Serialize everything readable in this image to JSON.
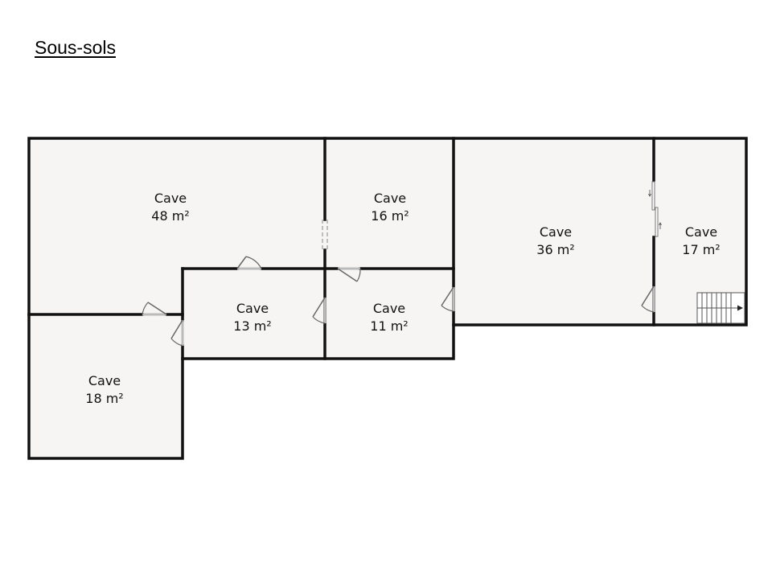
{
  "title": "Sous-sols",
  "colors": {
    "floor": "#f6f5f4",
    "wall": "#111111",
    "door": "#666666"
  },
  "rooms": [
    {
      "id": "cave-48",
      "name": "Cave",
      "area": "48 m²"
    },
    {
      "id": "cave-16",
      "name": "Cave",
      "area": "16 m²"
    },
    {
      "id": "cave-36",
      "name": "Cave",
      "area": "36 m²"
    },
    {
      "id": "cave-17",
      "name": "Cave",
      "area": "17 m²"
    },
    {
      "id": "cave-13",
      "name": "Cave",
      "area": "13 m²"
    },
    {
      "id": "cave-11",
      "name": "Cave",
      "area": "11 m²"
    },
    {
      "id": "cave-18",
      "name": "Cave",
      "area": "18 m²"
    }
  ]
}
